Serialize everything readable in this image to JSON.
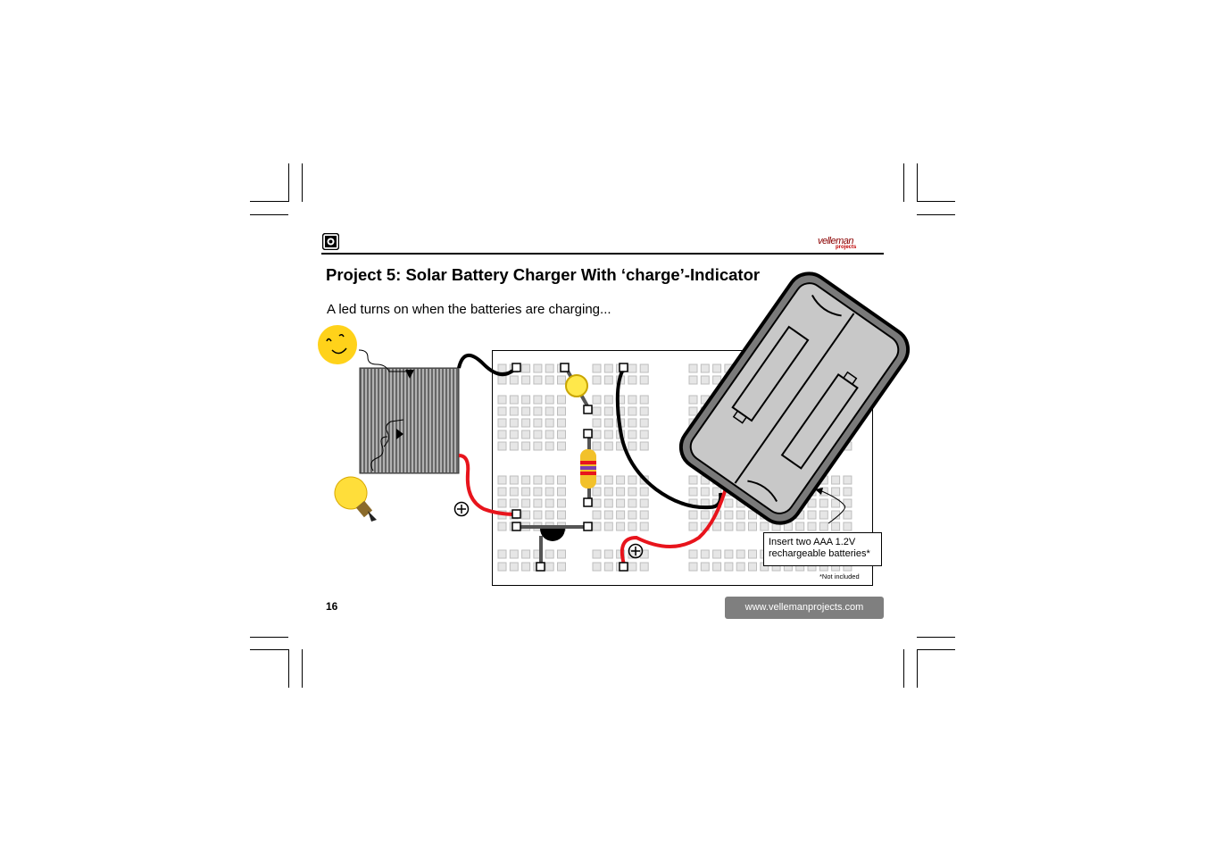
{
  "header": {
    "title": "Project 5: Solar Battery Charger With ‘charge’-Indicator",
    "subtitle": "A led turns on when the batteries are charging...",
    "logo_text": "velleman",
    "logo_sub": "projects"
  },
  "diagram": {
    "battery_note_line1": "Insert two AAA 1.2V",
    "battery_note_line2": "rechargeable batteries*",
    "footnote": "*Not included",
    "plus_symbol": "⊕",
    "icons": [
      "sun-icon",
      "solar-panel-icon",
      "light-bulb-icon",
      "led-icon",
      "resistor-icon",
      "transistor-icon",
      "battery-holder-icon",
      "breadboard-icon"
    ],
    "colors": {
      "wire_red": "#e8141c",
      "wire_black": "#000000",
      "led_yellow": "#ffe84a",
      "sun_yellow": "#ffd21a"
    }
  },
  "footer": {
    "page_number": "16",
    "url": "www.vellemanprojects.com"
  }
}
